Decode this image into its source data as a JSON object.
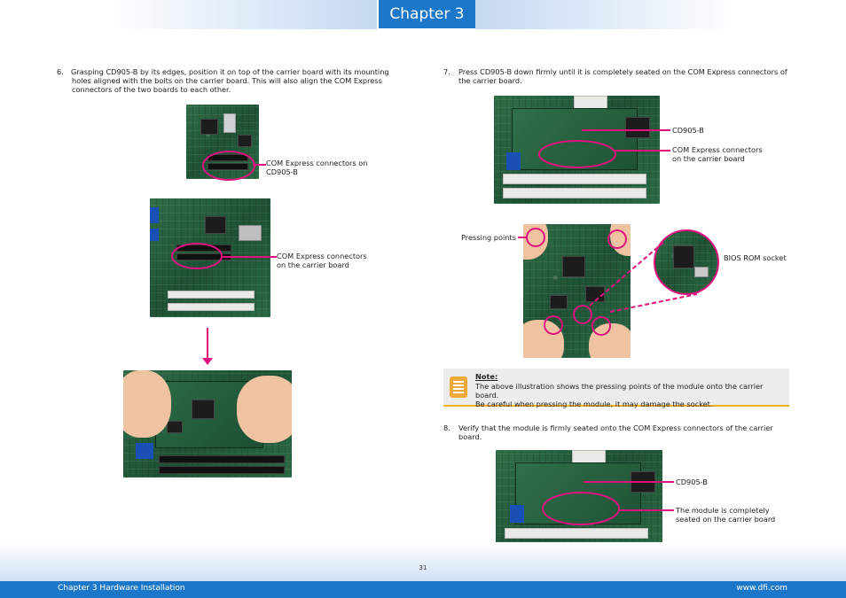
{
  "header": {
    "chapter_tab": "Chapter 3"
  },
  "left_column": {
    "step6": {
      "number": "6.",
      "text_lines": [
        "Grasping CD905-B by its edges, position it on top of the carrier board with its mounting",
        "holes aligned with the bolts on the carrier board. This will also align the COM Express",
        "connectors of the two boards to each other."
      ]
    },
    "callout_module": [
      "COM Express connectors on",
      "CD905-B"
    ],
    "callout_carrier": [
      "COM Express connectors",
      "on the carrier board"
    ]
  },
  "right_column": {
    "step7": {
      "number": "7.",
      "text_lines": [
        "Press CD905-B down firmly until it is completely seated on the COM Express connectors of",
        "the carrier board."
      ]
    },
    "callout_cd905": "CD905-B",
    "callout_carrier": [
      "COM Express connectors",
      "on the carrier board"
    ],
    "callout_pressing": "Pressing points",
    "callout_bios": "BIOS ROM socket",
    "note": {
      "title": "Note:",
      "body_lines": [
        "The above illustration shows the pressing points of the module onto the carrier board.",
        "Be careful when pressing the module, it may damage the socket."
      ]
    },
    "step8": {
      "number": "8.",
      "text_lines": [
        "Verify that the module is firmly seated onto the COM Express connectors of the carrier",
        "board."
      ]
    },
    "callout_cd905_2": "CD905-B",
    "callout_seated": [
      "The module is completely",
      "seated on the carrier board"
    ]
  },
  "footer": {
    "page_number": "31",
    "left_text": "Chapter 3 Hardware Installation",
    "right_text": "www.dfi.com"
  },
  "colors": {
    "accent_blue": "#1b77c9",
    "callout_magenta": "#e0117f",
    "note_rule": "#f0b41c"
  }
}
